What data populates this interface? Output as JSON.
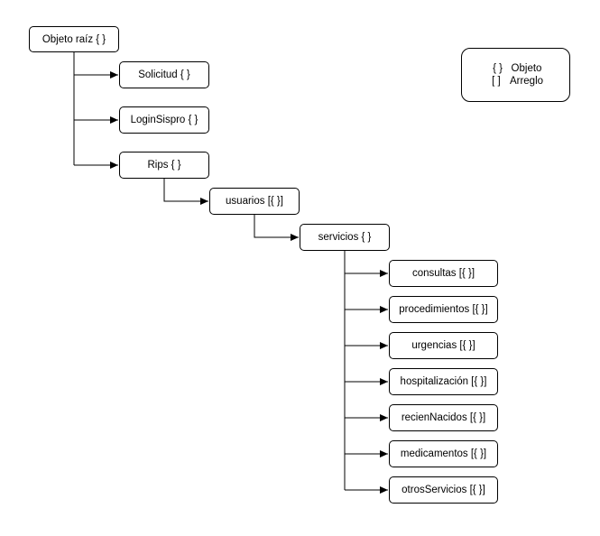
{
  "diagram": {
    "root": {
      "label": "Objeto raíz { }"
    },
    "level1": [
      {
        "label": "Solicitud { }"
      },
      {
        "label": "LoginSispro { }"
      },
      {
        "label": "Rips { }"
      }
    ],
    "usuarios": {
      "label": "usuarios [{ }]"
    },
    "servicios": {
      "label": "servicios { }"
    },
    "service_types": [
      {
        "label": "consultas [{ }]"
      },
      {
        "label": "procedimientos [{ }]"
      },
      {
        "label": "urgencias [{ }]"
      },
      {
        "label": "hospitalización [{ }]"
      },
      {
        "label": "recienNacidos [{ }]"
      },
      {
        "label": "medicamentos [{ }]"
      },
      {
        "label": "otrosServicios [{ }]"
      }
    ]
  },
  "legend": {
    "object_symbol": "{ }",
    "object_label": "Objeto",
    "array_symbol": "[ ]",
    "array_label": "Arreglo"
  }
}
